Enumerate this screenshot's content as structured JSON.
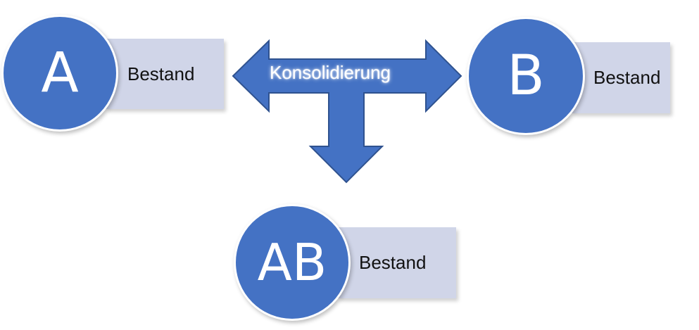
{
  "colors": {
    "node_fill": "#4472c4",
    "node_border": "#ffffff",
    "label_box_fill": "#d0d5e8",
    "arrow_fill": "#4472c4",
    "arrow_stroke": "#2f528f"
  },
  "nodes": [
    {
      "id": "a",
      "letter": "A",
      "label": "Bestand"
    },
    {
      "id": "b",
      "letter": "B",
      "label": "Bestand"
    },
    {
      "id": "ab",
      "letter": "AB",
      "label": "Bestand"
    }
  ],
  "arrow": {
    "label": "Konsolidierung",
    "shape": "left-right-down-arrow"
  }
}
